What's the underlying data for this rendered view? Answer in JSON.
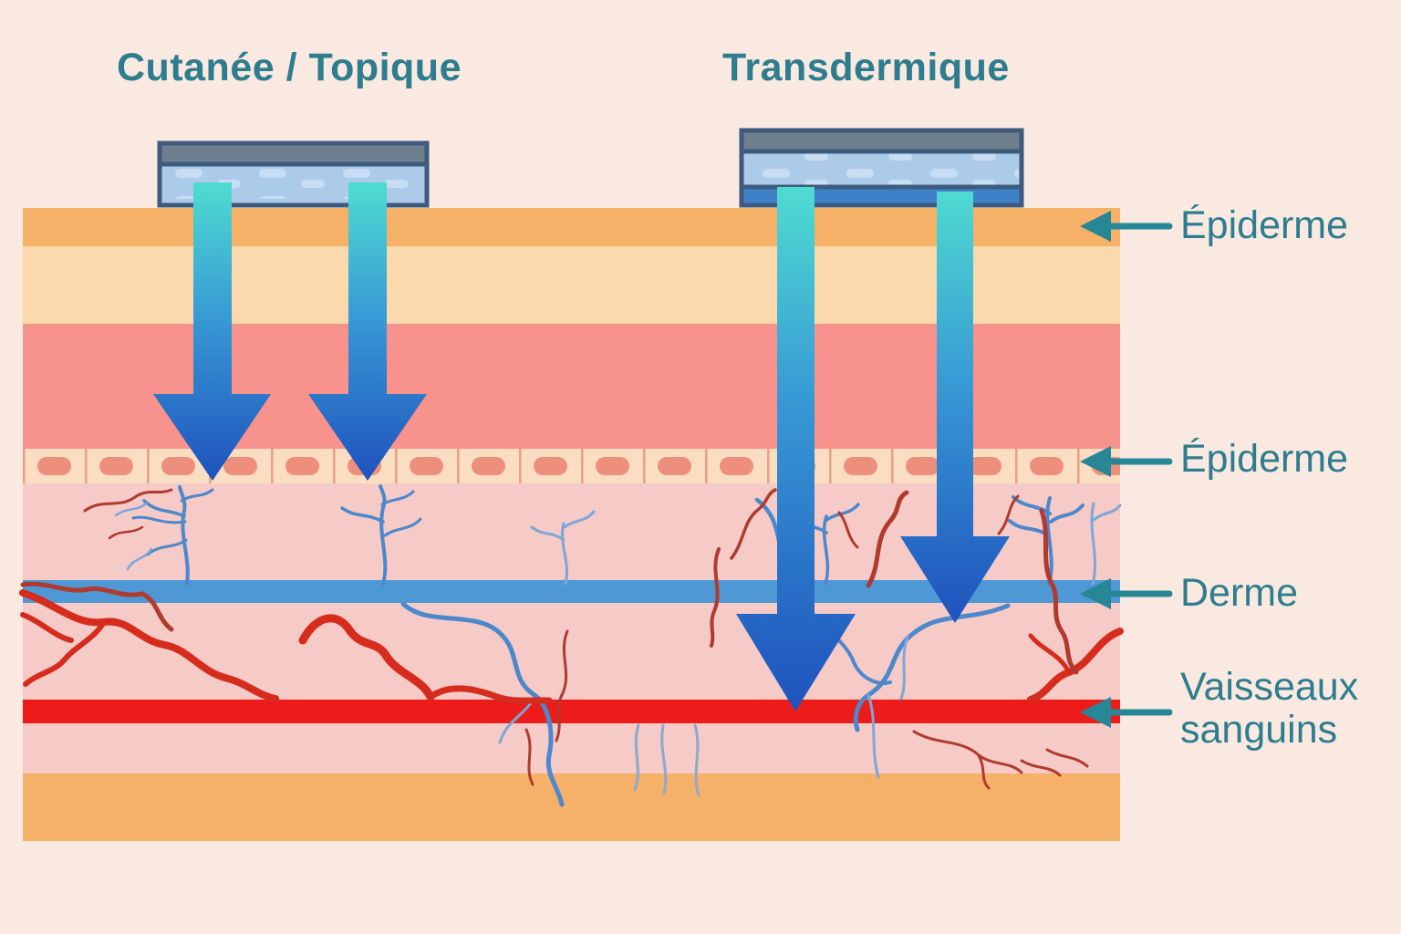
{
  "titles": {
    "left": "Cutanée / Topique",
    "right": "Transdermique"
  },
  "labels": {
    "epiderme_top": "Épiderme",
    "epiderme_cells": "Épiderme",
    "derme": "Derme",
    "vaisseaux": "Vaisseaux sanguins"
  },
  "colors": {
    "background": "#f9e9e1",
    "text_teal": "#2e7d8e",
    "label_arrow_teal": "#278797",
    "epidermis_surface": "#f6b169",
    "epidermis_mid": "#fbd9ac",
    "epidermis_deep": "#f7938c",
    "cell_row_bg": "#fbddc1",
    "cell_fill": "#ee8f7e",
    "cell_separator": "#e9a284",
    "dermis": "#f5cac7",
    "vein_band_blue": "#4e98d5",
    "artery_band_red": "#ec1c1a",
    "hypodermis_orange": "#f6b169",
    "patch_border": "#3e5a7d",
    "patch_top_gray": "#6f7f8e",
    "patch_body_blue": "#abcbe9",
    "patch_speckle": "#c7ddf3",
    "patch_reservoir_blue": "#3e81c6",
    "drug_arrow_teal": "#4fdcd1",
    "drug_arrow_mid": "#389ad5",
    "drug_arrow_blue": "#1e52bd",
    "vessel_red": "#d62c1e",
    "vessel_dark_red": "#b03a2e",
    "vessel_blue": "#4c88cb",
    "vessel_light_blue": "#7ea6d8"
  }
}
